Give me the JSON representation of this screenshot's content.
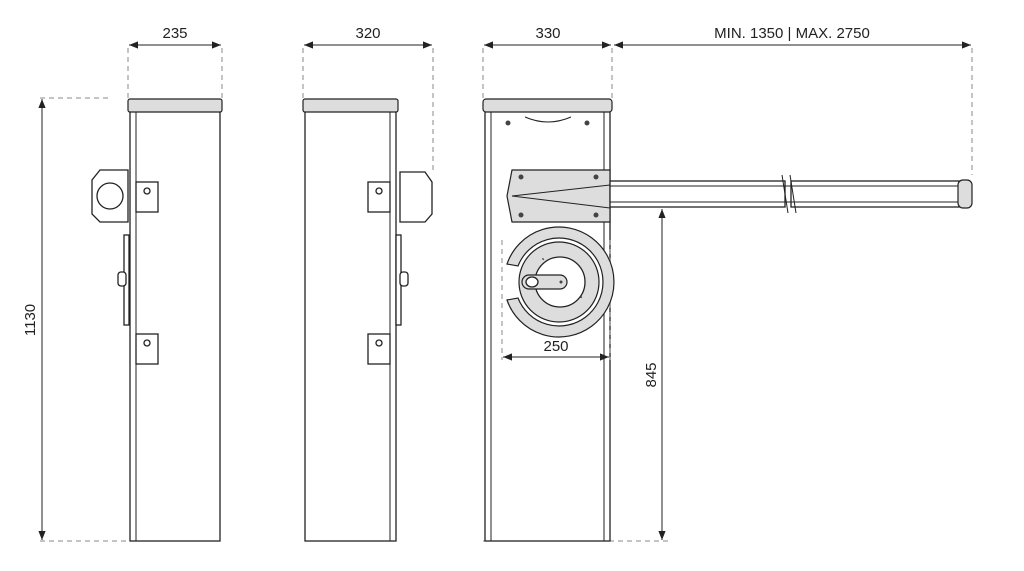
{
  "dimensions": {
    "width_side_left": "235",
    "width_side_right": "320",
    "width_front": "330",
    "boom_length": "MIN. 1350 | MAX. 2750",
    "total_height": "1130",
    "inner_width": "250",
    "boom_height": "845"
  },
  "colors": {
    "line": "#222222",
    "fill": "#dddddd",
    "dash": "#888888"
  }
}
